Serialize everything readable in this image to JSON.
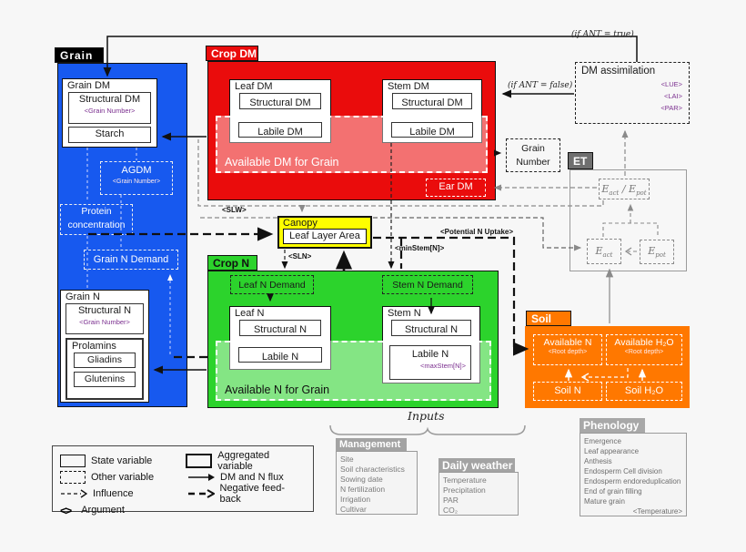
{
  "colors": {
    "grain_blue": "#1759ef",
    "crop_dm_red": "#ea0c0c",
    "crop_n_green": "#2cd32c",
    "canopy_yellow": "#ffff00",
    "soil_orange": "#ff7800",
    "header_gray": "#a3a3a3",
    "et_gray": "#6f6f6f",
    "argument_purple": "#7b2f8f"
  },
  "grain": {
    "label": "Grain",
    "grain_dm": {
      "title": "Grain DM",
      "structural": "Structural DM",
      "arg": "<Grain Number>",
      "starch": "Starch"
    },
    "agdm": {
      "title": "AGDM",
      "arg": "<Grain Number>"
    },
    "protein_concentration": "Protein concentration",
    "grain_n_demand": "Grain N Demand",
    "grain_n": {
      "title": "Grain N",
      "structural": "Structural N",
      "arg": "<Grain Number>",
      "prolamins": "Prolamins",
      "gliadins": "Gliadins",
      "glutenins": "Glutenins"
    }
  },
  "crop_dm": {
    "label": "Crop DM",
    "leaf_dm": {
      "title": "Leaf DM",
      "structural": "Structural DM",
      "labile": "Labile DM"
    },
    "stem_dm": {
      "title": "Stem DM",
      "structural": "Structural DM",
      "labile": "Labile DM"
    },
    "available": "Available DM for Grain",
    "ear_dm": "Ear DM"
  },
  "dm_assimilation": {
    "title": "DM assimilation",
    "args": [
      "<LUE>",
      "<LAI>",
      "<PAR>"
    ]
  },
  "grain_number": {
    "line1": "Grain",
    "line2": "Number"
  },
  "et": {
    "label": "ET",
    "e": "E",
    "act": "act",
    "pot": "pot",
    "sep": " / "
  },
  "canopy": {
    "title": "Canopy",
    "inner": "Leaf Layer Area"
  },
  "crop_n": {
    "label": "Crop N",
    "leaf_n_demand": "Leaf N Demand",
    "stem_n_demand": "Stem N Demand",
    "leaf_n": {
      "title": "Leaf N",
      "structural": "Structural N",
      "labile": "Labile N"
    },
    "stem_n": {
      "title": "Stem N",
      "structural": "Structural N",
      "labile": "Labile N",
      "arg": "<maxStem[N]>"
    },
    "available": "Available N for Grain"
  },
  "soil": {
    "label": "Soil",
    "available_n": {
      "title": "Available N",
      "arg": "<Root depth>"
    },
    "available_h2o": {
      "title": "Available H₂O",
      "arg": "<Root depth>"
    },
    "soil_n": "Soil N",
    "soil_h2o": "Soil H₂O"
  },
  "line_labels": {
    "slw": "<SLW>",
    "sln": "<SLN>",
    "min_stem": "<minStem[N]>",
    "potential_n_uptake": "<Potential N Uptake>",
    "if_ant_true": "(if ANT = true)",
    "if_ant_false": "(if ANT = false)"
  },
  "inputs": {
    "title": "Inputs",
    "management": {
      "title": "Management",
      "items": [
        "Site",
        "Soil characteristics",
        "Sowing date",
        "N fertilization",
        "Irrigation",
        "Cultivar"
      ]
    },
    "daily_weather": {
      "title": "Daily weather",
      "items": [
        "Temperature",
        "Precipitation",
        "PAR",
        "CO₂"
      ]
    }
  },
  "phenology": {
    "title": "Phenology",
    "items": [
      "Emergence",
      "Leaf appearance",
      "Anthesis",
      "Endosperm Cell division",
      "Endosperm endoreduplication",
      "End of grain filling",
      "Mature grain"
    ],
    "arg": "<Temperature>"
  },
  "legend": {
    "state": "State variable",
    "aggregated": "Aggregated variable",
    "other": "Other variable",
    "flux": "DM and N flux",
    "influence": "Influence",
    "feedback": "Negative feed-back",
    "argument": "Argument"
  }
}
